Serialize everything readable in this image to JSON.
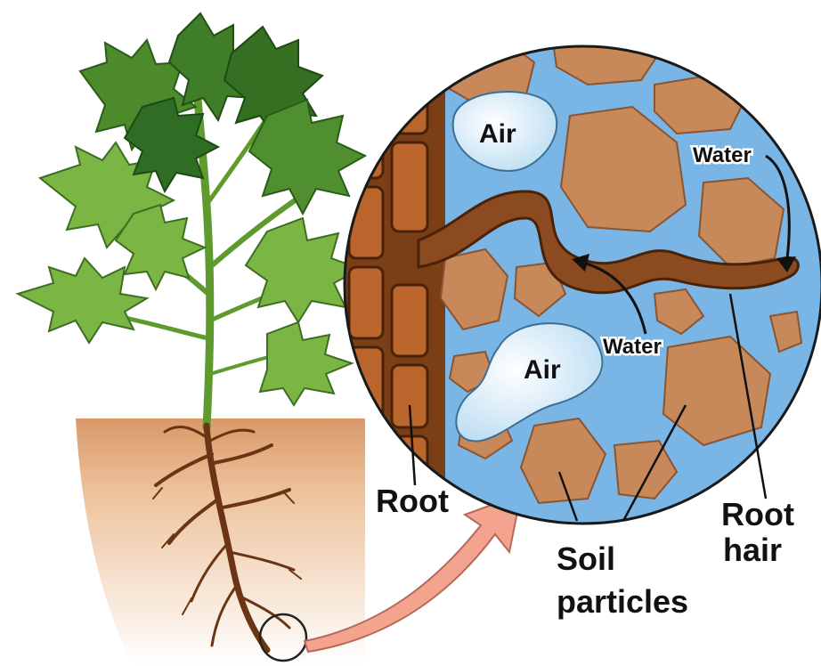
{
  "diagram": {
    "labels": {
      "air_top": "Air",
      "air_bottom": "Air",
      "water_top": "Water",
      "water_mid": "Water",
      "root": "Root",
      "root_hair_line1": "Root",
      "root_hair_line2": "hair",
      "soil_line1": "Soil",
      "soil_line2": "particles"
    },
    "colors": {
      "water_bg": "#79b5e5",
      "soil_particle": "#c8895a",
      "soil_ground": "#e8b58a",
      "root_brown": "#7a3f17",
      "root_hair": "#8b4a1f",
      "leaf_green": "#6aa83a",
      "leaf_dark": "#2f6d25",
      "arrow_pink": "#f4a38f",
      "air_bubble": "#dceefa"
    }
  }
}
